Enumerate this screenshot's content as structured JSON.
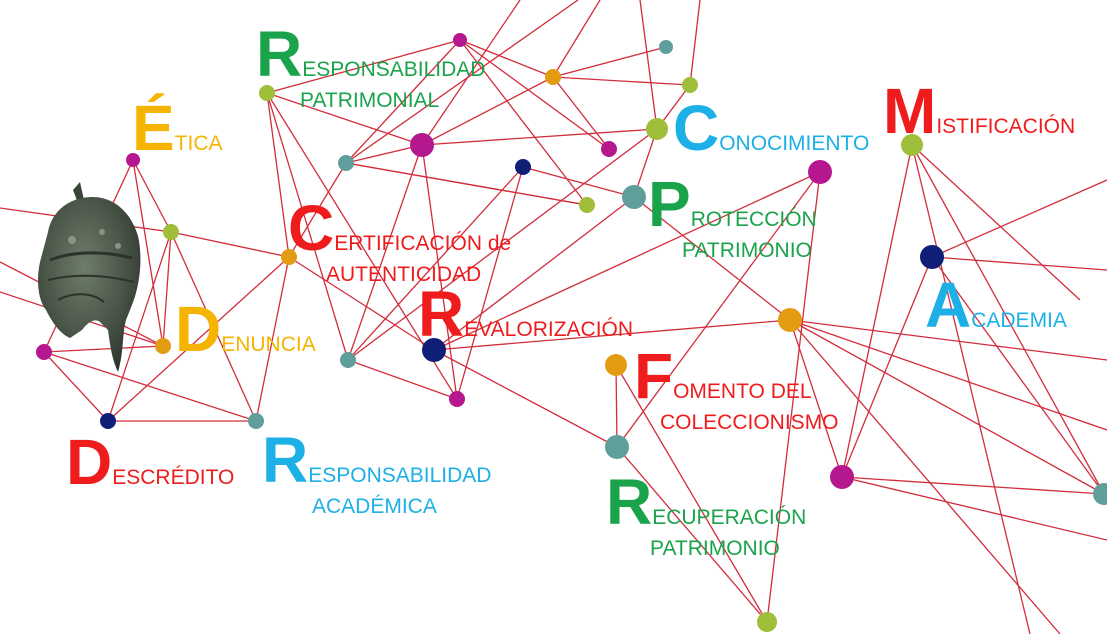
{
  "colors": {
    "edge": "#d22d3c",
    "red": "#ee1c1c",
    "green": "#1aa34a",
    "cyan": "#1cb0e6",
    "orange": "#f4b400",
    "node_magenta": "#b5178f",
    "node_lime": "#9fbe3a",
    "node_teal": "#5f9e9a",
    "node_navy": "#0f1f78",
    "node_amber": "#e39b12"
  },
  "image": {
    "name": "bronze-helmet-image",
    "alt": "Casco de bronce antiguo"
  },
  "concepts": [
    {
      "id": "etica",
      "initial": "É",
      "rest": "TICA",
      "line2": "",
      "color": "orange"
    },
    {
      "id": "responsabilidad-patrimonial",
      "initial": "R",
      "rest": "ESPONSABILIDAD",
      "line2": "PATRIMONIAL",
      "color": "green"
    },
    {
      "id": "conocimiento",
      "initial": "C",
      "rest": "ONOCIMIENTO",
      "line2": "",
      "color": "cyan"
    },
    {
      "id": "mistificacion",
      "initial": "M",
      "rest": "ISTIFICACIÓN",
      "line2": "",
      "color": "red"
    },
    {
      "id": "certificacion",
      "initial": "C",
      "rest": "ERTIFICACIÓN de",
      "line2": "AUTENTICIDAD",
      "color": "red"
    },
    {
      "id": "proteccion",
      "initial": "P",
      "rest": "ROTECCIÓN",
      "line2": "PATRIMONIO",
      "color": "green"
    },
    {
      "id": "denuncia",
      "initial": "D",
      "rest": "ENUNCIA",
      "line2": "",
      "color": "orange"
    },
    {
      "id": "revalorizacion",
      "initial": "R",
      "rest": "EVALORIZACIÓN",
      "line2": "",
      "color": "red"
    },
    {
      "id": "academia",
      "initial": "A",
      "rest": "CADEMIA",
      "line2": "",
      "color": "cyan"
    },
    {
      "id": "fomento",
      "initial": "F",
      "rest": "OMENTO DEL",
      "line2": "COLECCIONISMO",
      "color": "red"
    },
    {
      "id": "descredito",
      "initial": "D",
      "rest": "ESCRÉDITO",
      "line2": "",
      "color": "red"
    },
    {
      "id": "responsabilidad-academica",
      "initial": "R",
      "rest": "ESPONSABILIDAD",
      "line2": "ACADÉMICA",
      "color": "cyan"
    },
    {
      "id": "recuperacion",
      "initial": "R",
      "rest": "ECUPERACIÓN",
      "line2": "PATRIMONIO",
      "color": "green"
    }
  ]
}
